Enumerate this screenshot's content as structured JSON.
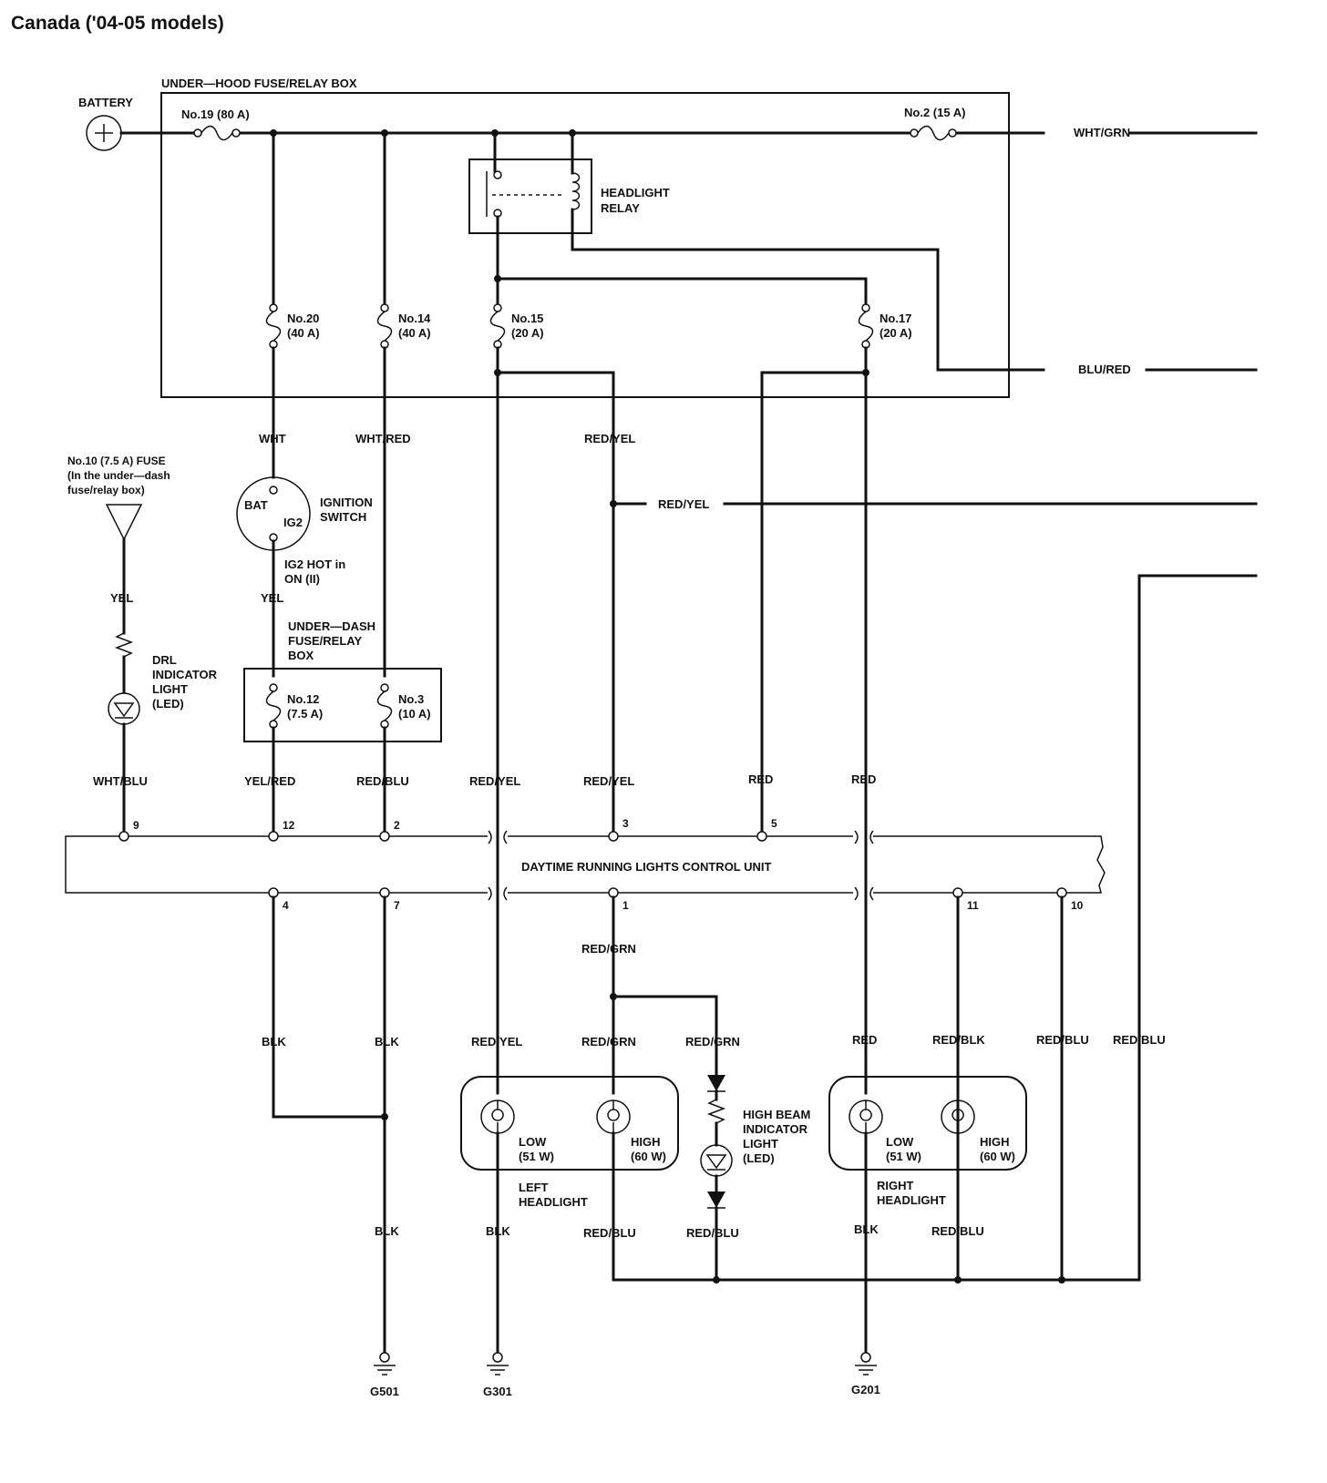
{
  "title": "Canada ('04-05 models)",
  "boxes": {
    "underhood": "UNDER—HOOD FUSE/RELAY BOX",
    "underdash": [
      "UNDER—DASH",
      "FUSE/RELAY",
      "BOX"
    ],
    "drl_unit": "DAYTIME RUNNING LIGHTS CONTROL UNIT"
  },
  "components": {
    "battery": "BATTERY",
    "relay": [
      "HEADLIGHT",
      "RELAY"
    ],
    "ignition": [
      "IGNITION",
      "SWITCH"
    ],
    "ign_bat": "BAT",
    "ign_ig2": "IG2",
    "ig2_note": [
      "IG2 HOT in",
      "ON (II)"
    ],
    "fuse10": [
      "No.10 (7.5 A) FUSE",
      "(In the under—dash",
      "fuse/relay box)"
    ],
    "drl_light": [
      "DRL",
      "INDICATOR",
      "LIGHT",
      "(LED)"
    ],
    "hb_light": [
      "HIGH BEAM",
      "INDICATOR",
      "LIGHT",
      "(LED)"
    ],
    "left_hl": [
      "LEFT",
      "HEADLIGHT"
    ],
    "right_hl": [
      "RIGHT",
      "HEADLIGHT"
    ],
    "low": [
      "LOW",
      "(51 W)"
    ],
    "high": [
      "HIGH",
      "(60 W)"
    ]
  },
  "fuses": {
    "f19": "No.19 (80 A)",
    "f2": "No.2 (15 A)",
    "f20": [
      "No.20",
      "(40 A)"
    ],
    "f14": [
      "No.14",
      "(40 A)"
    ],
    "f15": [
      "No.15",
      "(20 A)"
    ],
    "f17": [
      "No.17",
      "(20 A)"
    ],
    "f12": [
      "No.12",
      "(7.5 A)"
    ],
    "f3": [
      "No.3",
      "(10 A)"
    ]
  },
  "wires": {
    "wht_grn": "WHT/GRN",
    "blu_red": "BLU/RED",
    "wht": "WHT",
    "wht_red": "WHT/RED",
    "red_yel": "RED/YEL",
    "yel": "YEL",
    "wht_blu": "WHT/BLU",
    "yel_red": "YEL/RED",
    "red_blu": "RED/BLU",
    "red": "RED",
    "red_grn": "RED/GRN",
    "blk": "BLK",
    "red_blk": "RED/BLK"
  },
  "pins": {
    "p9": "9",
    "p12": "12",
    "p2": "2",
    "p3": "3",
    "p5": "5",
    "p4": "4",
    "p7": "7",
    "p1": "1",
    "p11": "11",
    "p10": "10"
  },
  "grounds": {
    "g501": "G501",
    "g301": "G301",
    "g201": "G201"
  }
}
